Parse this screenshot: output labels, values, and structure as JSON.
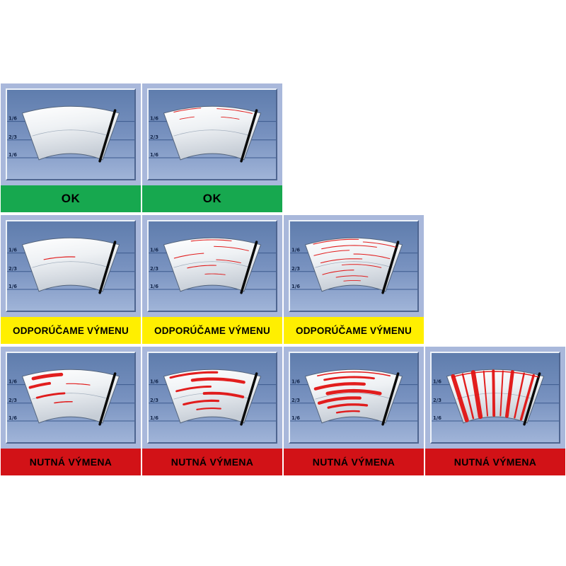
{
  "title": "wiper-blade-wear-chart",
  "scale_labels": [
    "1/6",
    "2/3",
    "1/6"
  ],
  "colors": {
    "page_bg": "#ffffff",
    "cell_bg": "#a9b8db",
    "panel_blue_top": "#5f7dad",
    "panel_blue_bottom": "#a0b4d8",
    "grid_line_blue": "#3c5a8e",
    "fan_silver": "#eef1f4",
    "blade_black": "#0a0a0a",
    "streak_red": "#e01212",
    "ok_green": "#17a84f",
    "warn_yellow": "#ffef00",
    "alert_red": "#d21217"
  },
  "rows": [
    {
      "status": "ok",
      "label": "OK",
      "band_bg": "#17a84f",
      "band_text_color": "#000000",
      "cells": [
        {
          "name": "wiper-clean",
          "streaks": [],
          "stripes": []
        },
        {
          "name": "wiper-light-marks",
          "streaks": [
            {
              "t": 0.03,
              "a": 0.1,
              "b": 0.38,
              "w": 1.0
            },
            {
              "t": 0.05,
              "a": 0.55,
              "b": 0.92,
              "w": 1.0
            },
            {
              "t": 0.2,
              "a": 0.14,
              "b": 0.3,
              "w": 0.9
            },
            {
              "t": 0.22,
              "a": 0.6,
              "b": 0.8,
              "w": 0.9
            }
          ],
          "stripes": []
        }
      ]
    },
    {
      "status": "warn",
      "label": "ODPORÚČAME VÝMENU",
      "band_bg": "#ffef00",
      "band_text_color": "#000000",
      "cells": [
        {
          "name": "wiper-single-streak",
          "streaks": [
            {
              "t": 0.4,
              "a": 0.18,
              "b": 0.55,
              "w": 1.2
            }
          ],
          "stripes": []
        },
        {
          "name": "wiper-several-streaks",
          "streaks": [
            {
              "t": 0.04,
              "a": 0.28,
              "b": 0.7,
              "w": 1.1
            },
            {
              "t": 0.18,
              "a": 0.52,
              "b": 0.9,
              "w": 1.0
            },
            {
              "t": 0.32,
              "a": 0.06,
              "b": 0.4,
              "w": 1.1
            },
            {
              "t": 0.46,
              "a": 0.55,
              "b": 0.85,
              "w": 1.0
            },
            {
              "t": 0.58,
              "a": 0.18,
              "b": 0.55,
              "w": 1.1
            },
            {
              "t": 0.76,
              "a": 0.4,
              "b": 0.68,
              "w": 1.0
            }
          ],
          "stripes": []
        },
        {
          "name": "wiper-many-streaks",
          "streaks": [
            {
              "t": 0.03,
              "a": 0.08,
              "b": 0.55,
              "w": 1.1
            },
            {
              "t": 0.08,
              "a": 0.6,
              "b": 0.95,
              "w": 1.0
            },
            {
              "t": 0.16,
              "a": 0.15,
              "b": 0.75,
              "w": 1.1
            },
            {
              "t": 0.26,
              "a": 0.05,
              "b": 0.45,
              "w": 1.0
            },
            {
              "t": 0.34,
              "a": 0.5,
              "b": 0.92,
              "w": 1.1
            },
            {
              "t": 0.44,
              "a": 0.1,
              "b": 0.6,
              "w": 1.1
            },
            {
              "t": 0.56,
              "a": 0.35,
              "b": 0.85,
              "w": 1.0
            },
            {
              "t": 0.68,
              "a": 0.08,
              "b": 0.5,
              "w": 1.1
            },
            {
              "t": 0.8,
              "a": 0.25,
              "b": 0.7,
              "w": 1.0
            },
            {
              "t": 0.9,
              "a": 0.35,
              "b": 0.6,
              "w": 0.9
            }
          ],
          "stripes": []
        }
      ]
    },
    {
      "status": "alert",
      "label": "NUTNÁ VÝMENA",
      "band_bg": "#d21217",
      "band_text_color": "#000000",
      "cells": [
        {
          "name": "wiper-heavy-smears-1",
          "streaks": [
            {
              "t": 0.1,
              "a": 0.1,
              "b": 0.4,
              "w": 5.0
            },
            {
              "t": 0.26,
              "a": 0.04,
              "b": 0.26,
              "w": 4.0
            },
            {
              "t": 0.3,
              "a": 0.45,
              "b": 0.72,
              "w": 1.2
            },
            {
              "t": 0.5,
              "a": 0.08,
              "b": 0.42,
              "w": 3.0
            },
            {
              "t": 0.68,
              "a": 0.28,
              "b": 0.52,
              "w": 1.6
            }
          ],
          "stripes": []
        },
        {
          "name": "wiper-heavy-smears-2",
          "streaks": [
            {
              "t": 0.06,
              "a": 0.06,
              "b": 0.55,
              "w": 3.2
            },
            {
              "t": 0.2,
              "a": 0.28,
              "b": 0.85,
              "w": 4.5
            },
            {
              "t": 0.36,
              "a": 0.08,
              "b": 0.48,
              "w": 3.0
            },
            {
              "t": 0.5,
              "a": 0.4,
              "b": 0.88,
              "w": 4.0
            },
            {
              "t": 0.66,
              "a": 0.12,
              "b": 0.58,
              "w": 3.2
            },
            {
              "t": 0.82,
              "a": 0.28,
              "b": 0.62,
              "w": 2.2
            }
          ],
          "stripes": []
        },
        {
          "name": "wiper-heavy-smears-3",
          "streaks": [
            {
              "t": 0.05,
              "a": 0.12,
              "b": 0.88,
              "w": 1.6
            },
            {
              "t": 0.16,
              "a": 0.18,
              "b": 0.72,
              "w": 3.0
            },
            {
              "t": 0.3,
              "a": 0.06,
              "b": 0.62,
              "w": 4.5
            },
            {
              "t": 0.45,
              "a": 0.18,
              "b": 0.82,
              "w": 5.0
            },
            {
              "t": 0.6,
              "a": 0.05,
              "b": 0.58,
              "w": 4.5
            },
            {
              "t": 0.74,
              "a": 0.15,
              "b": 0.68,
              "w": 3.5
            },
            {
              "t": 0.88,
              "a": 0.25,
              "b": 0.58,
              "w": 2.5
            }
          ],
          "stripes": []
        },
        {
          "name": "wiper-vertical-drips",
          "streaks": [
            {
              "t": 0.04,
              "a": 0.05,
              "b": 0.95,
              "w": 1.6
            }
          ],
          "stripes": [
            {
              "u": 0.06,
              "w": 6.0
            },
            {
              "u": 0.16,
              "w": 2.5
            },
            {
              "u": 0.27,
              "w": 6.5
            },
            {
              "u": 0.38,
              "w": 2.0
            },
            {
              "u": 0.48,
              "w": 4.0
            },
            {
              "u": 0.58,
              "w": 2.0
            },
            {
              "u": 0.68,
              "w": 5.0
            },
            {
              "u": 0.8,
              "w": 2.5
            },
            {
              "u": 0.9,
              "w": 3.5
            }
          ]
        }
      ]
    }
  ]
}
